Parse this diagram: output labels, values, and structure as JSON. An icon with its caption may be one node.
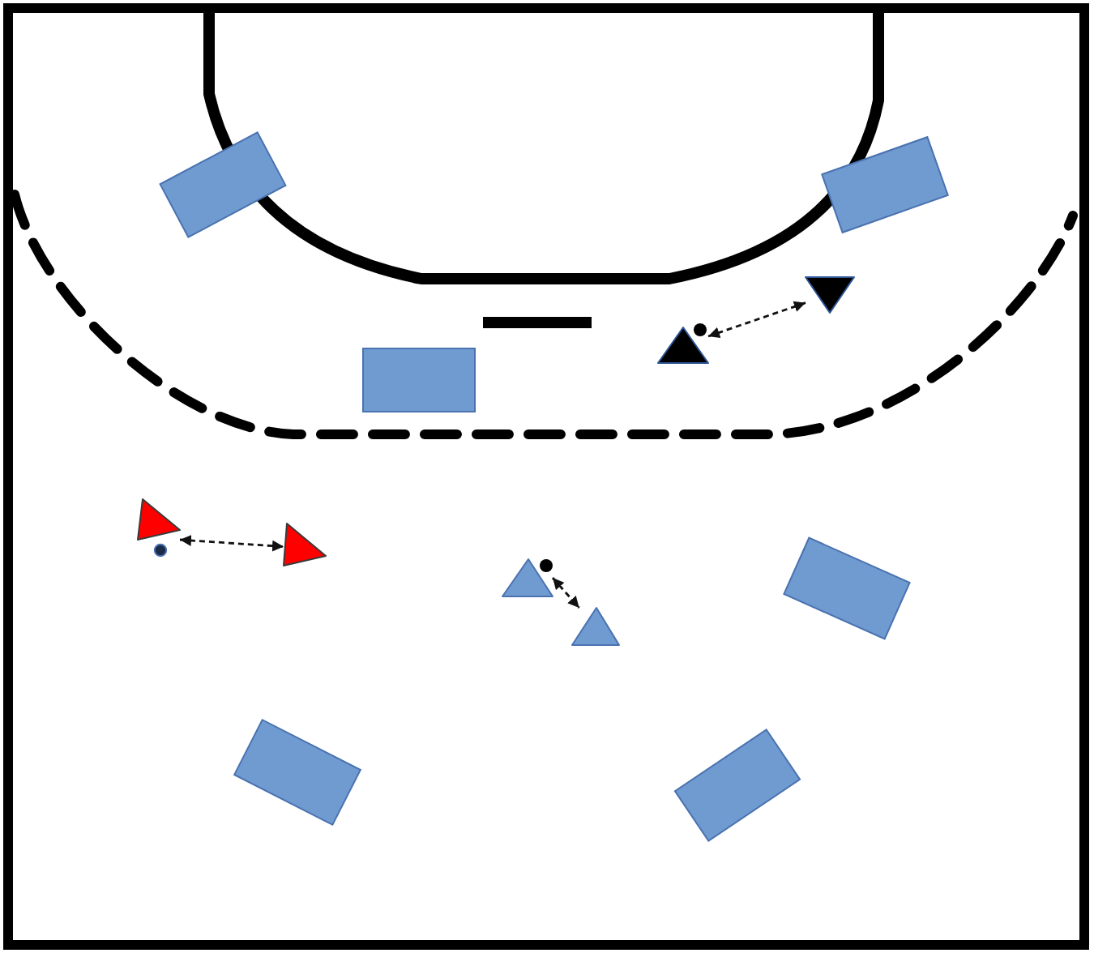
{
  "diagram": {
    "nodes": [
      {
        "text": [],
        "shape": "triangle"
      },
      {
        "text": [],
        "shape": "triangle"
      },
      {
        "text": [],
        "shape": "triangle"
      },
      {
        "text": [],
        "shape": "triangle"
      },
      {
        "text": [],
        "shape": "triangle"
      },
      {
        "text": [],
        "shape": "triangle"
      }
    ],
    "edges": [
      {
        "from": 1,
        "to": 0,
        "arrow": "both",
        "style": "dashed"
      },
      {
        "from": 2,
        "to": 3,
        "arrow": "both",
        "style": "dashed"
      },
      {
        "from": 4,
        "to": 5,
        "arrow": "both",
        "style": "dashed"
      }
    ]
  }
}
